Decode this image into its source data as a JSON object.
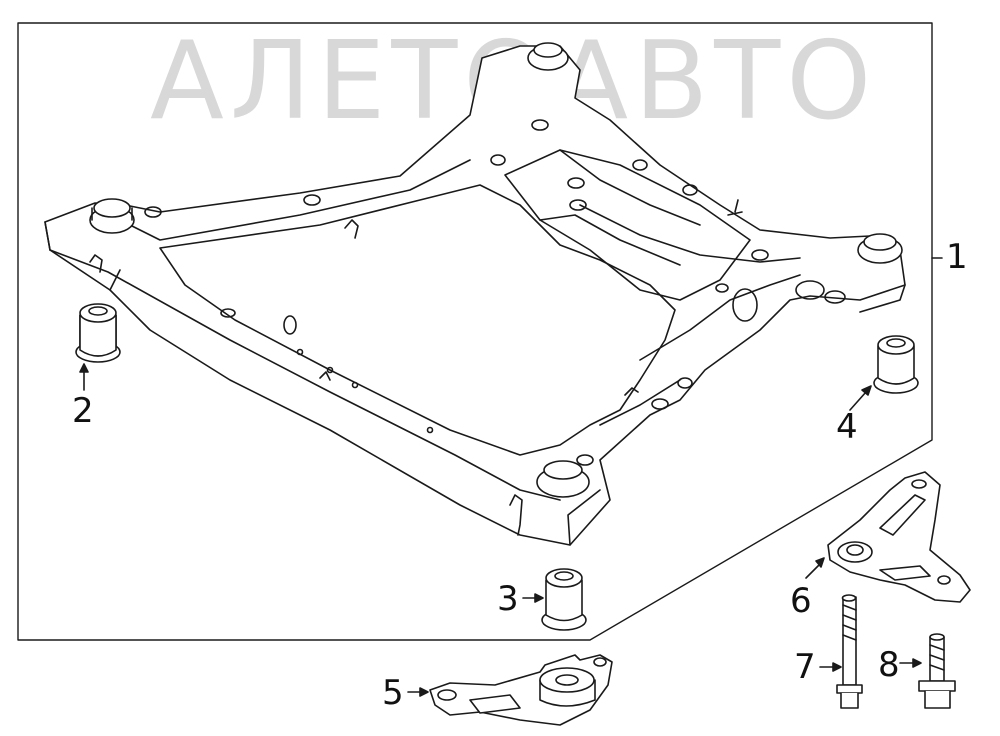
{
  "watermark": {
    "text": "АЛЕТОАВТО",
    "color": "#b9b9b9"
  },
  "callouts": {
    "c1": "1",
    "c2": "2",
    "c3": "3",
    "c4": "4",
    "c5": "5",
    "c6": "6",
    "c7": "7",
    "c8": "8"
  },
  "colors": {
    "line": "#1a1a1a",
    "fill": "#ffffff"
  }
}
